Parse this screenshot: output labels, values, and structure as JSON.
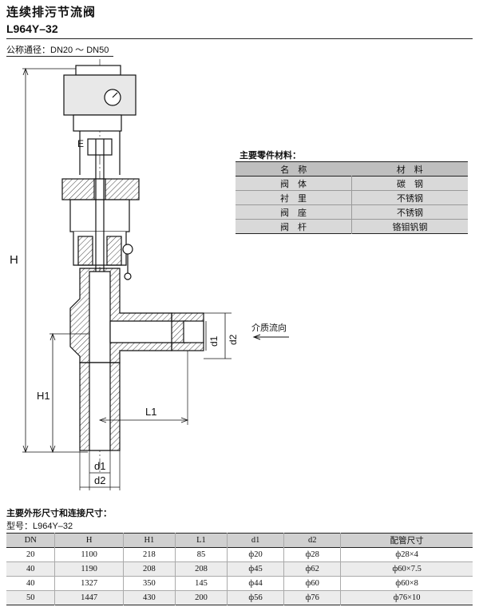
{
  "header": {
    "title": "连续排污节流阀",
    "model": "L964Y–32",
    "nominal_label": "公称通径：",
    "nominal_value": "DN20 ～ DN50"
  },
  "drawing": {
    "labels": {
      "E": "E",
      "H": "H",
      "H1": "H1",
      "L1": "L1",
      "d1_side": "d1",
      "d2_side": "d2",
      "d1_bottom": "d1",
      "d2_bottom": "d2",
      "flow": "介质流向"
    }
  },
  "materials": {
    "title": "主要零件材料：",
    "headers": [
      "名　称",
      "材　料"
    ],
    "rows": [
      [
        "阀　体",
        "碳　钢"
      ],
      [
        "衬　里",
        "不锈钢"
      ],
      [
        "阀　座",
        "不锈钢"
      ],
      [
        "阀　杆",
        "铬钼钒钢"
      ]
    ]
  },
  "dimensions": {
    "title": "主要外形尺寸和连接尺寸：",
    "model_label": "型号：",
    "model_value": "L964Y–32",
    "headers": [
      "DN",
      "H",
      "H1",
      "L1",
      "d1",
      "d2",
      "配管尺寸"
    ],
    "rows": [
      [
        "20",
        "1100",
        "218",
        "85",
        "ф20",
        "ф28",
        "ф28×4"
      ],
      [
        "40",
        "1190",
        "208",
        "208",
        "ф45",
        "ф62",
        "ф60×7.5"
      ],
      [
        "40",
        "1327",
        "350",
        "145",
        "ф44",
        "ф60",
        "ф60×8"
      ],
      [
        "50",
        "1447",
        "430",
        "200",
        "ф56",
        "ф76",
        "ф76×10"
      ]
    ]
  }
}
